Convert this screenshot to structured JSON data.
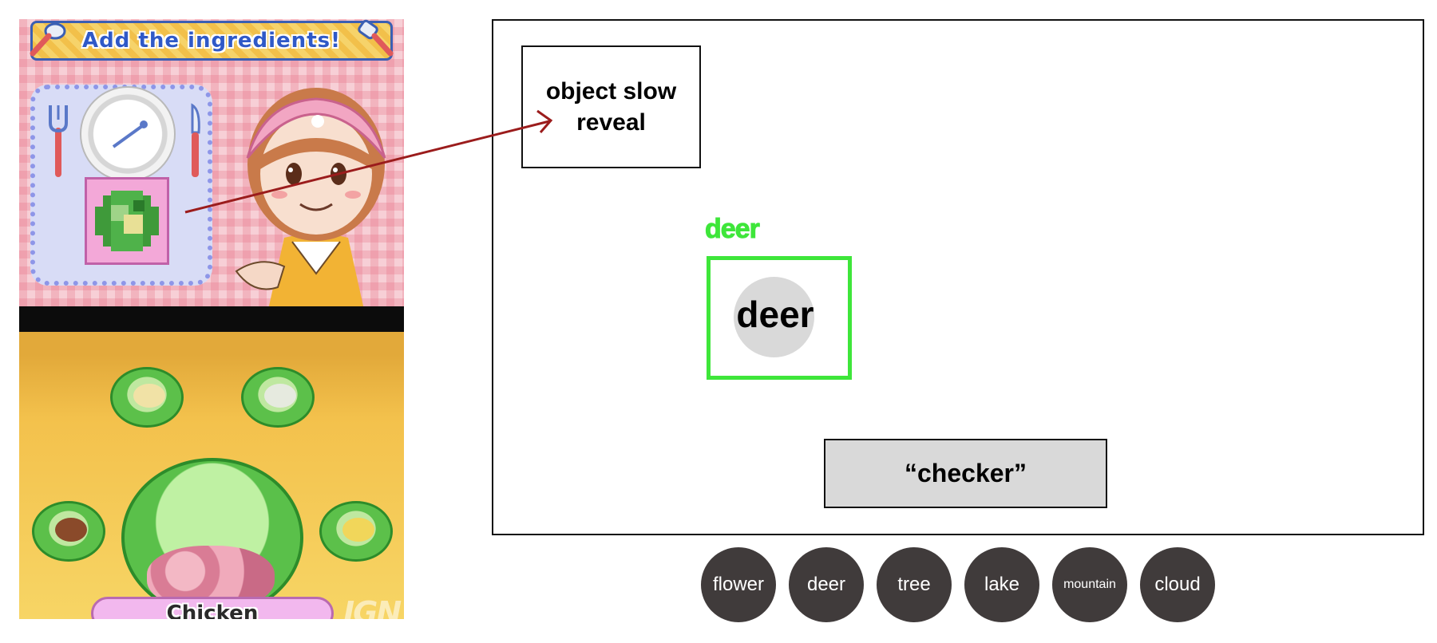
{
  "game_screenshot": {
    "banner_title": "Add the ingredients!",
    "ingredient_name": "Chicken",
    "watermark": "IGN"
  },
  "mockup": {
    "reveal_label": "object slow reveal",
    "target_label": "deer",
    "target_word": "deer",
    "checker_label": "“checker”",
    "choices": [
      "flower",
      "deer",
      "tree",
      "lake",
      "mountain",
      "cloud"
    ]
  },
  "colors": {
    "arrow": "#9b1c1c",
    "target_green": "#3ee63a",
    "choice_fill": "#403b3b",
    "checker_fill": "#d9d9d9"
  }
}
